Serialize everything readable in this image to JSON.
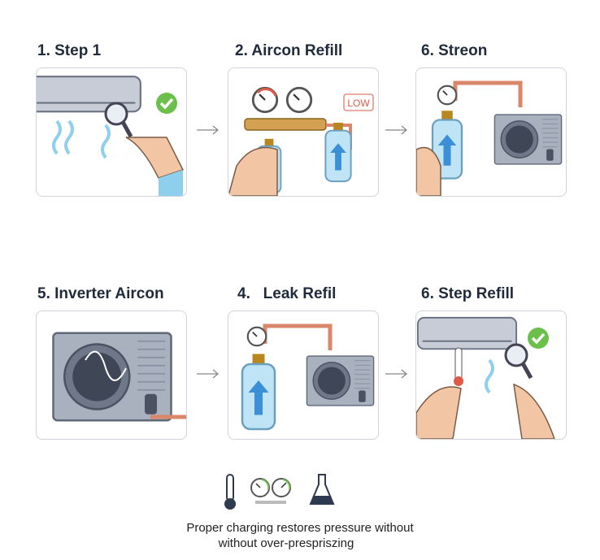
{
  "steps": [
    {
      "title": "1. Step 1"
    },
    {
      "title": "2. Aircon Refill",
      "badge": "LOW",
      "gauge_label": "LOW"
    },
    {
      "title": "6. Streon"
    },
    {
      "title": "5. Inverter Aircon"
    },
    {
      "title": "4.   Leak Refil"
    },
    {
      "title": "6. Step Refill"
    }
  ],
  "footer": {
    "line1": "Proper charging restores pressure without",
    "line2": "without over-prespriszing"
  },
  "colors": {
    "accent_green": "#6cbf4a",
    "ice_blue": "#8ecfee",
    "copper": "#d9866a",
    "unit_gray": "#9aa3b2",
    "alert_red": "#e05a4a"
  }
}
